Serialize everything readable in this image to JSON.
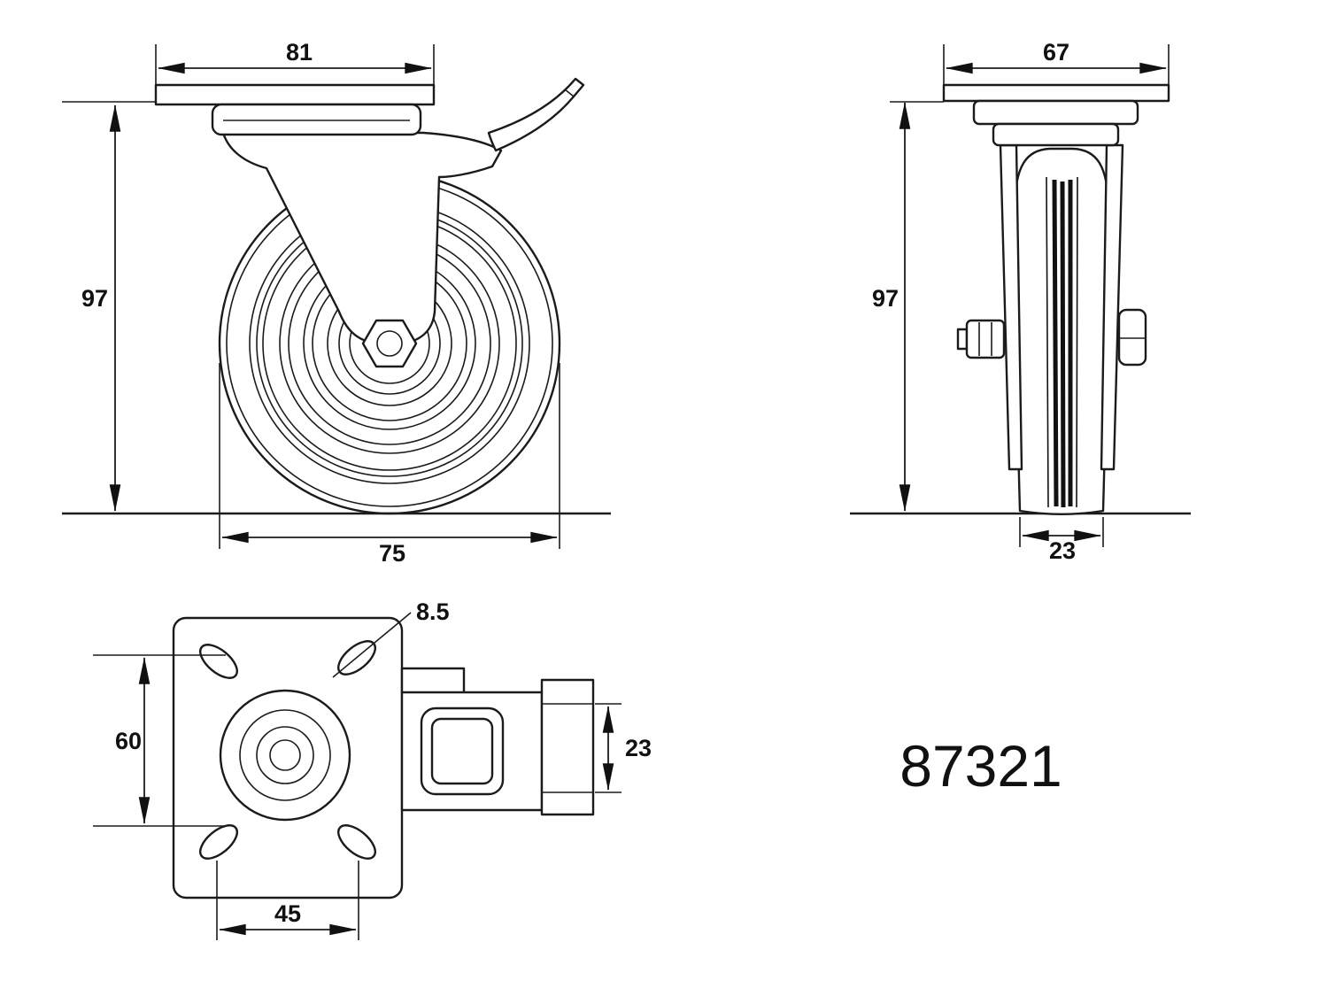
{
  "part_number": "87321",
  "dimensions": {
    "side_view": {
      "plate_width": "81",
      "height": "97",
      "wheel_diameter": "75"
    },
    "front_view": {
      "plate_width": "67",
      "height": "97",
      "wheel_width": "23"
    },
    "top_view": {
      "hole_diameter": "8.5",
      "hole_pitch_vertical": "60",
      "hole_pitch_horizontal": "45",
      "brake_width": "23"
    }
  }
}
